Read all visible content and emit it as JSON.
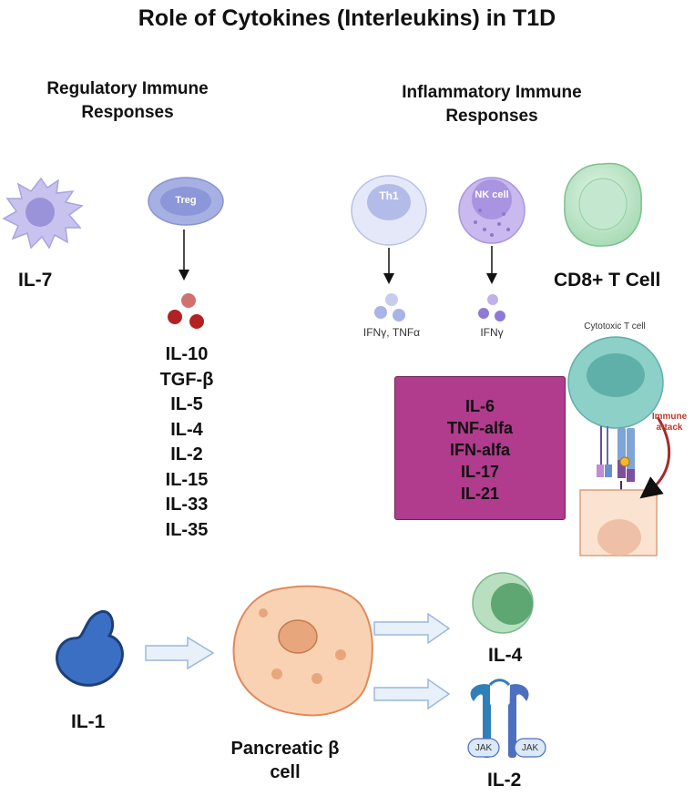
{
  "title": "Role of Cytokines (Interleukins) in T1D",
  "headers": {
    "regulatory": "Regulatory Immune Responses",
    "inflammatory": "Inflammatory  Immune Responses"
  },
  "cells": {
    "treg": "Treg",
    "th1": "Th1",
    "nk": "NK cell",
    "cytotoxic": "Cytotoxic T cell",
    "cd8": "CD8+ T Cell",
    "jak_left": "JAK",
    "jak_right": "JAK"
  },
  "labels": {
    "il7": "IL-7",
    "il1": "IL-1",
    "il4": "IL-4",
    "il2": "IL-2",
    "ifn_tnf": "IFNγ, TNFα",
    "ifn": "IFNγ",
    "immune_attack": "Immune attack",
    "pancreatic": "Pancreatic β cell"
  },
  "regulatory_list": [
    "IL-10",
    "TGF-β",
    "IL-5",
    "IL-4",
    "IL-2",
    "IL-15",
    "IL-33",
    "IL-35"
  ],
  "inflammatory_box": [
    "IL-6",
    "TNF-alfa",
    "IFN-alfa",
    "IL-17",
    "IL-21"
  ],
  "colors": {
    "box": "#b13b8c",
    "treg": "#a7b0e2",
    "th1": "#d9ddf3",
    "nk": "#c8b8ec",
    "beta_cell": "#f9d2b4",
    "il1": "#3b6fc4",
    "arrow_fill": "#e8f0fa",
    "attack_arrow": "#a52a2a"
  }
}
